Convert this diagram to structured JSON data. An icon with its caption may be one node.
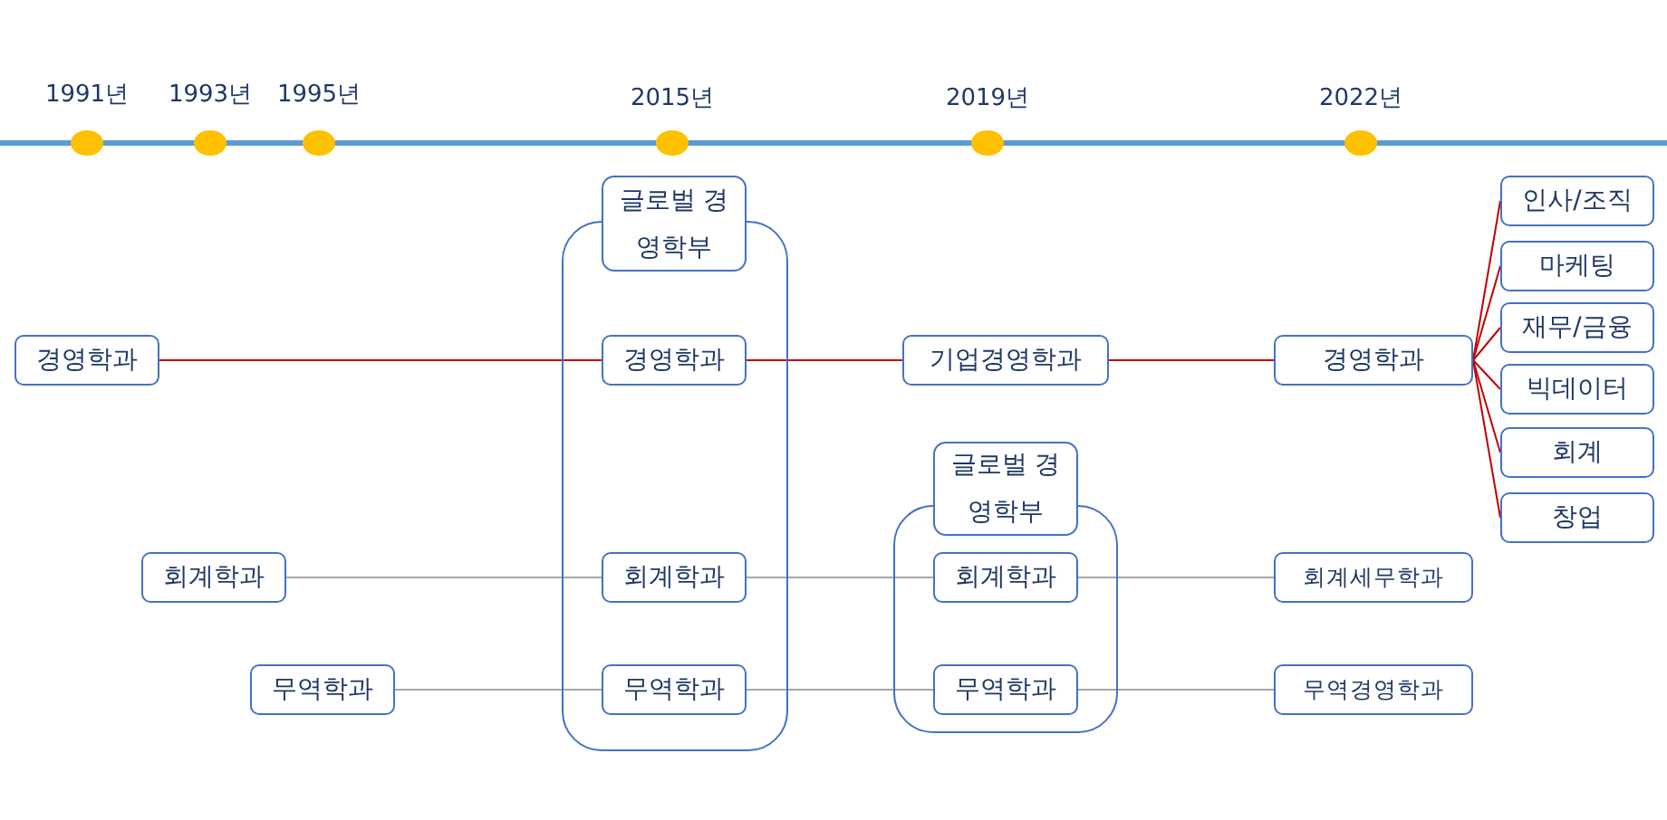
{
  "diagram": {
    "nodes": [
      {
        "text": [
          "경영학과"
        ]
      },
      {
        "text": [
          "회계학과"
        ]
      },
      {
        "text": [
          "무역학과"
        ]
      },
      {
        "text": [
          "글로벌 경영학부"
        ]
      },
      {
        "text": [
          "경영학과"
        ],
        "in": 3
      },
      {
        "text": [
          "회계학과"
        ],
        "in": 3
      },
      {
        "text": [
          "무역학과"
        ],
        "in": 3
      },
      {
        "text": [
          "기업경영학과"
        ]
      },
      {
        "text": [
          "글로벌 경영학부"
        ]
      },
      {
        "text": [
          "회계학과"
        ],
        "in": 8
      },
      {
        "text": [
          "무역학과"
        ],
        "in": 8
      },
      {
        "text": [
          "경영학과"
        ]
      },
      {
        "text": [
          "회계세무학과"
        ]
      },
      {
        "text": [
          "무역경영학과"
        ]
      },
      {
        "text": [
          "인사/조직"
        ]
      },
      {
        "text": [
          "마케팅"
        ]
      },
      {
        "text": [
          "재무/금융"
        ]
      },
      {
        "text": [
          "빅데이터"
        ]
      },
      {
        "text": [
          "회계"
        ]
      },
      {
        "text": [
          "창업"
        ]
      }
    ],
    "edges": [
      {
        "from": 0,
        "to": 4,
        "arrow": "none"
      },
      {
        "from": 4,
        "to": 7,
        "arrow": "none"
      },
      {
        "from": 7,
        "to": 11,
        "arrow": "none"
      },
      {
        "from": 11,
        "to": 14,
        "arrow": "none"
      },
      {
        "from": 11,
        "to": 15,
        "arrow": "none"
      },
      {
        "from": 11,
        "to": 16,
        "arrow": "none"
      },
      {
        "from": 11,
        "to": 17,
        "arrow": "none"
      },
      {
        "from": 11,
        "to": 18,
        "arrow": "none"
      },
      {
        "from": 11,
        "to": 19,
        "arrow": "none"
      },
      {
        "from": 1,
        "to": 5,
        "arrow": "none",
        "color": "#a6a6a6"
      },
      {
        "from": 5,
        "to": 9,
        "arrow": "none",
        "color": "#a6a6a6"
      },
      {
        "from": 9,
        "to": 12,
        "arrow": "none",
        "color": "#a6a6a6"
      },
      {
        "from": 2,
        "to": 6,
        "arrow": "none",
        "color": "#a6a6a6"
      },
      {
        "from": 6,
        "to": 10,
        "arrow": "none",
        "color": "#a6a6a6"
      },
      {
        "from": 10,
        "to": 13,
        "arrow": "none",
        "color": "#a6a6a6"
      }
    ],
    "labels": [
      "1991년",
      "1993년",
      "1995년",
      "2015년",
      "2019년",
      "2022년"
    ]
  }
}
